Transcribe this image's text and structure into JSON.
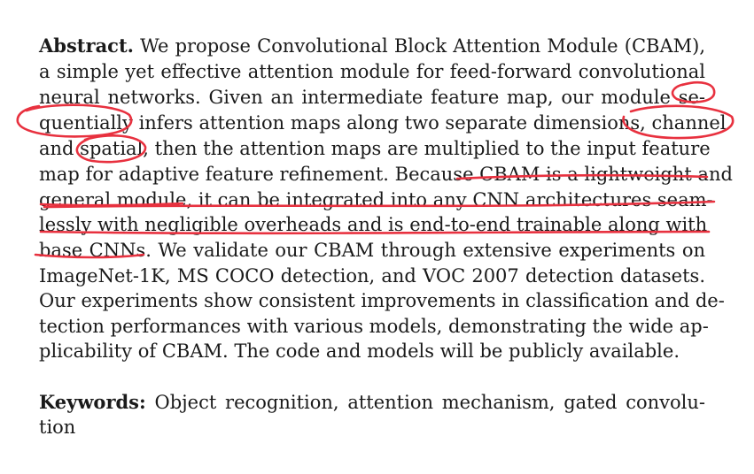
{
  "abstract": {
    "heading": "Abstract.",
    "lines": [
      "We propose Convolutional Block Attention Module (CBAM),",
      "a simple yet effective attention module for feed-forward convolutional",
      "neural networks. Given an intermediate feature map, our module se-",
      "quentially infers attention maps along two separate dimensions, channel",
      "and spatial, then the attention maps are multiplied to the input feature",
      "map for adaptive feature refinement. Because CBAM is a lightweight and",
      "general module, it can be integrated into any CNN architectures seam-",
      "lessly with negligible overheads and is end-to-end trainable along with",
      "base CNNs. We validate our CBAM through extensive experiments on",
      "ImageNet-1K, MS COCO detection, and VOC 2007 detection datasets.",
      "Our experiments show consistent improvements in classification and de-",
      "tection performances with various models, demonstrating the wide ap-",
      "plicability of CBAM. The code and models will be publicly available."
    ]
  },
  "keywords": {
    "heading": "Keywords:",
    "lines": [
      "Object recognition, attention mechanism, gated convolu-",
      "tion"
    ]
  },
  "annotations": {
    "color": "#e8313f",
    "circled": [
      "se-",
      "quentially",
      "channel",
      "spatial"
    ],
    "underlined": [
      "CBAM is a lightweight and",
      "general module",
      "seam-",
      "lessly with negligible overheads and is end-to-end trainable along with",
      "base CNNs"
    ]
  }
}
